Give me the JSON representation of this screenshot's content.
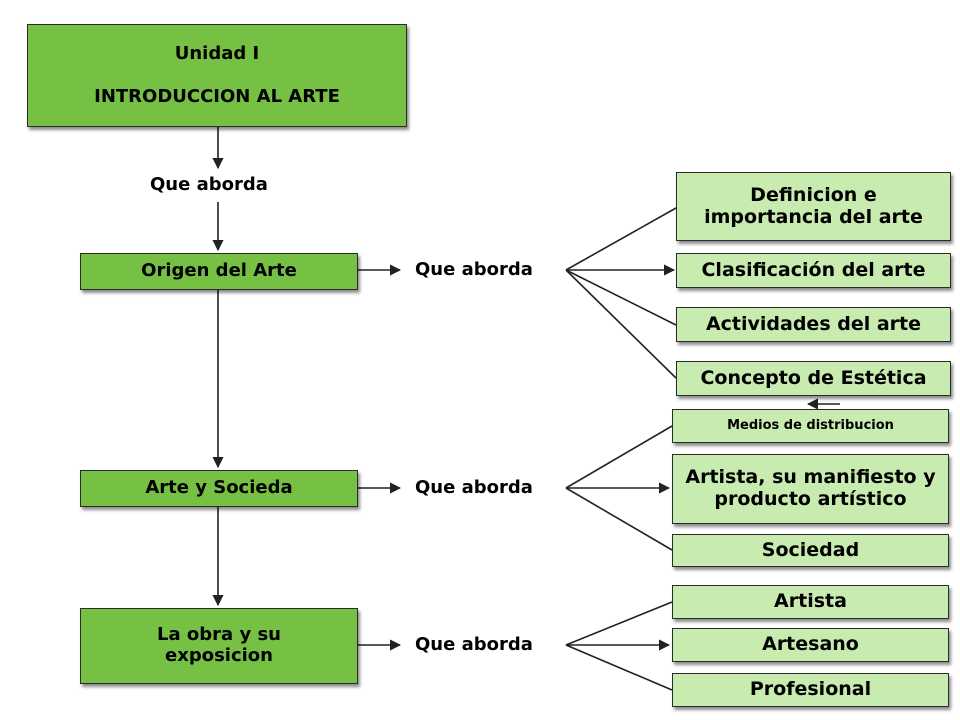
{
  "unit": {
    "line1": "Unidad I",
    "line2": "INTRODUCCION AL ARTE"
  },
  "connector_label": "Que aborda",
  "sections": [
    {
      "title": "Origen del Arte",
      "topics": [
        "Definicion e importancia del arte",
        "Clasificación del arte",
        "Actividades del arte",
        "Concepto de Estética"
      ]
    },
    {
      "title": "Arte y Socieda",
      "topics": [
        "Medios de distribucion",
        "Artista, su manifiesto y producto artístico",
        "Sociedad"
      ]
    },
    {
      "title": "La obra y su exposicion",
      "topics": [
        "Artista",
        "Artesano",
        "Profesional"
      ]
    }
  ],
  "colors": {
    "main_box": "#76c043",
    "topic_box": "#c8ebb0",
    "border": "#2b2b2b",
    "line": "#222222"
  }
}
